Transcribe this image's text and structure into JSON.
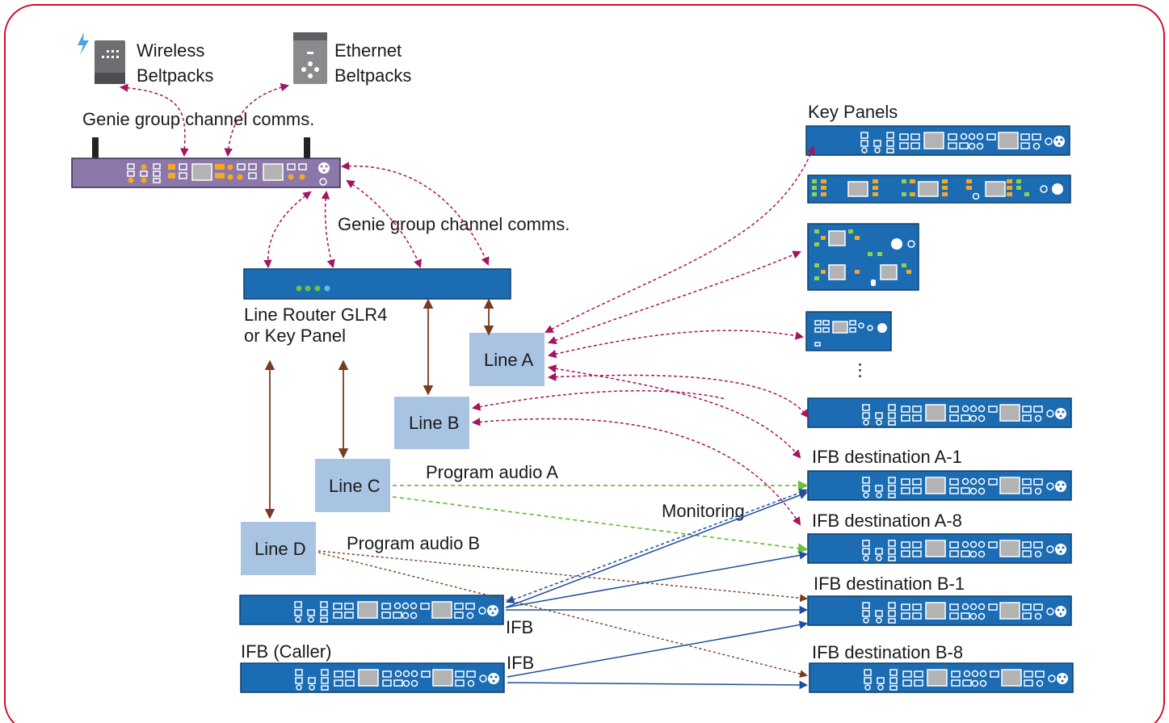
{
  "labels": {
    "wireless": [
      "Wireless",
      "Beltpacks"
    ],
    "ethernet": [
      "Ethernet",
      "Beltpacks"
    ],
    "genie_top": "Genie group channel comms.",
    "genie_mid": "Genie group channel comms.",
    "key_panels": "Key Panels",
    "line_router": [
      "Line Router GLR4",
      "or Key Panel"
    ],
    "line_a": "Line A",
    "line_b": "Line B",
    "line_c": "Line C",
    "line_d": "Line D",
    "program_a": "Program audio A",
    "program_b": "Program audio B",
    "monitoring": "Monitoring",
    "ifb_a1": "IFB destination A-1",
    "ifb_a8": "IFB destination A-8",
    "ifb_b1": "IFB destination B-1",
    "ifb_b8": "IFB destination B-8",
    "ifb_1": "IFB",
    "ifb_2": "IFB",
    "ifb_caller": "IFB (Caller)"
  },
  "colors": {
    "frame": "#c8102e",
    "device_blue": "#1b6cb3",
    "device_purple": "#8b78a8",
    "line_box": "#a9c4e3",
    "comms_arrow": "#a4145f",
    "brown_arrow": "#7a3b1e",
    "green_arrow": "#6dbf3e",
    "blue_arrow": "#1f4e9e"
  }
}
